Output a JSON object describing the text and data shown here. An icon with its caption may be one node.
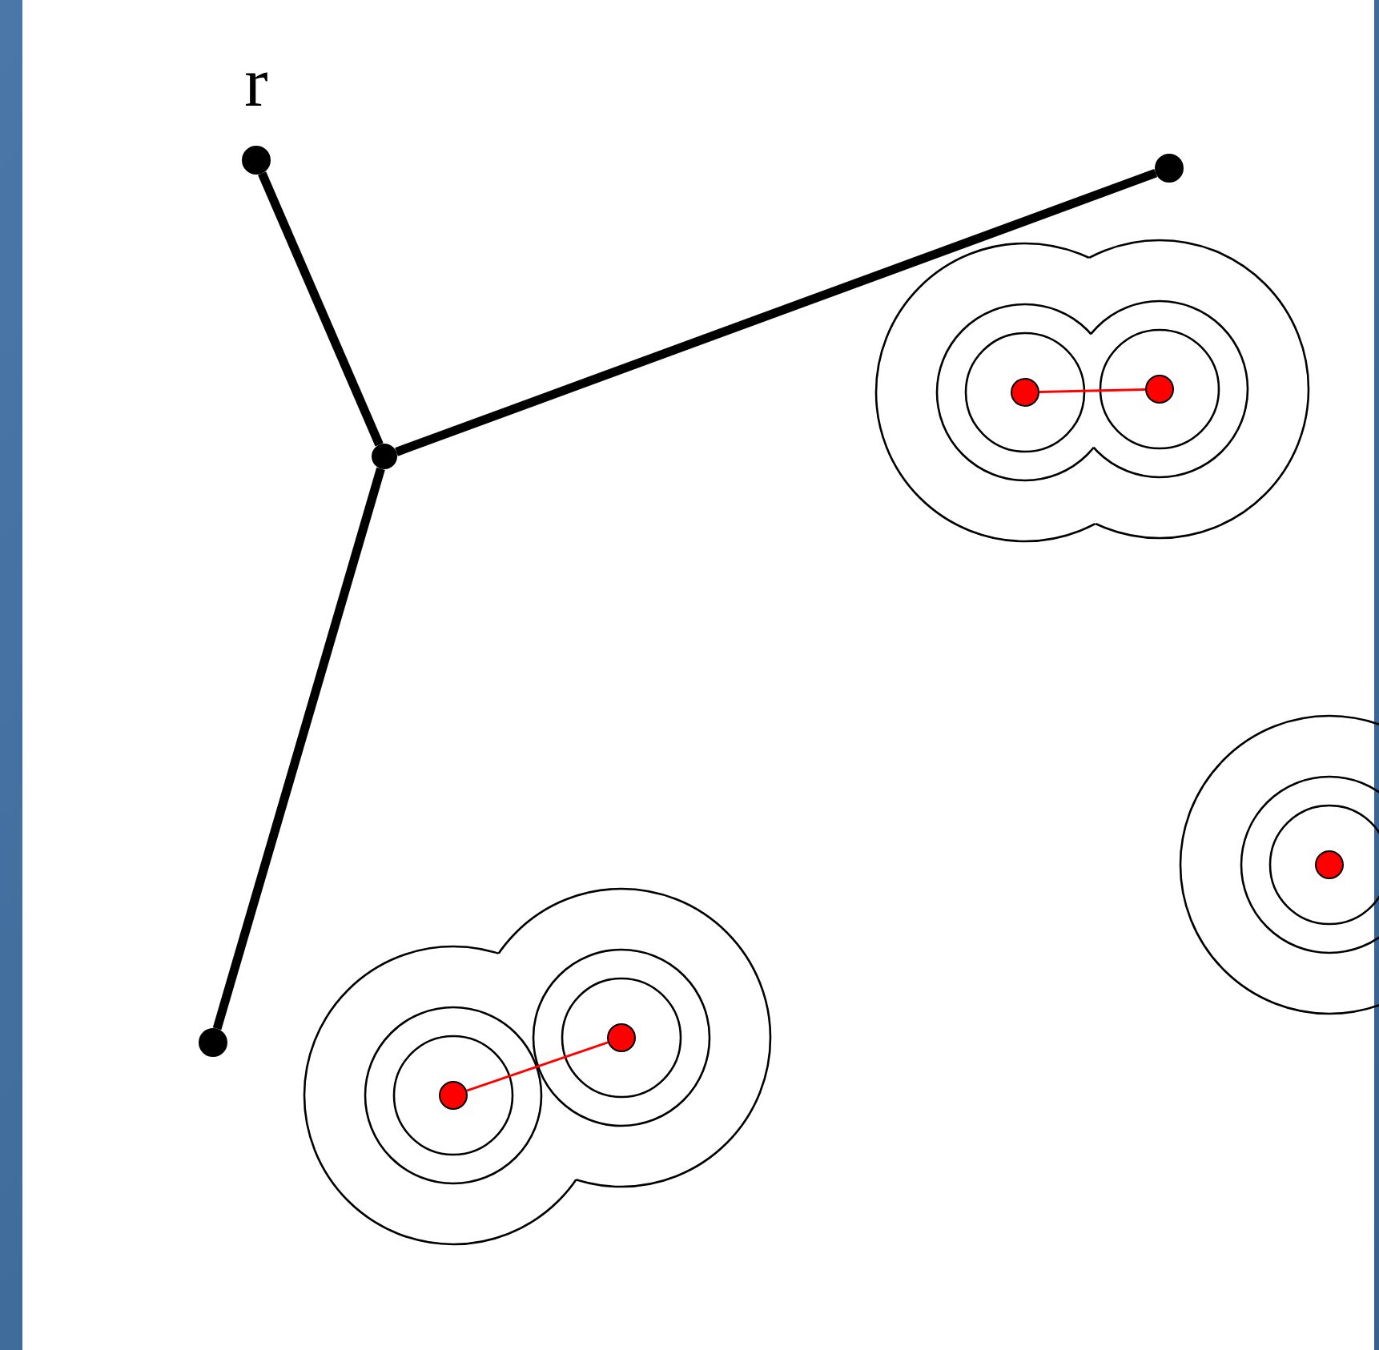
{
  "diagram": {
    "nodes": [
      {
        "text": [],
        "shape": "circle",
        "beside": [
          "r"
        ]
      },
      {
        "text": [],
        "shape": "circle"
      },
      {
        "text": [],
        "shape": "circle"
      },
      {
        "text": [],
        "shape": "circle"
      },
      {
        "text": [],
        "shape": "circle"
      },
      {
        "text": [],
        "shape": "circle"
      },
      {
        "text": [],
        "shape": "circle"
      },
      {
        "text": [],
        "shape": "circle"
      },
      {
        "text": [],
        "shape": "circle"
      }
    ],
    "edges": [
      {
        "from": 0,
        "to": 1,
        "arrow": "none"
      },
      {
        "from": 1,
        "to": 2,
        "arrow": "none"
      },
      {
        "from": 1,
        "to": 3,
        "arrow": "none"
      },
      {
        "from": 4,
        "to": 5,
        "arrow": "none",
        "color": "#ff0000"
      },
      {
        "from": 7,
        "to": 8,
        "arrow": "none",
        "color": "#ff0000"
      }
    ]
  }
}
